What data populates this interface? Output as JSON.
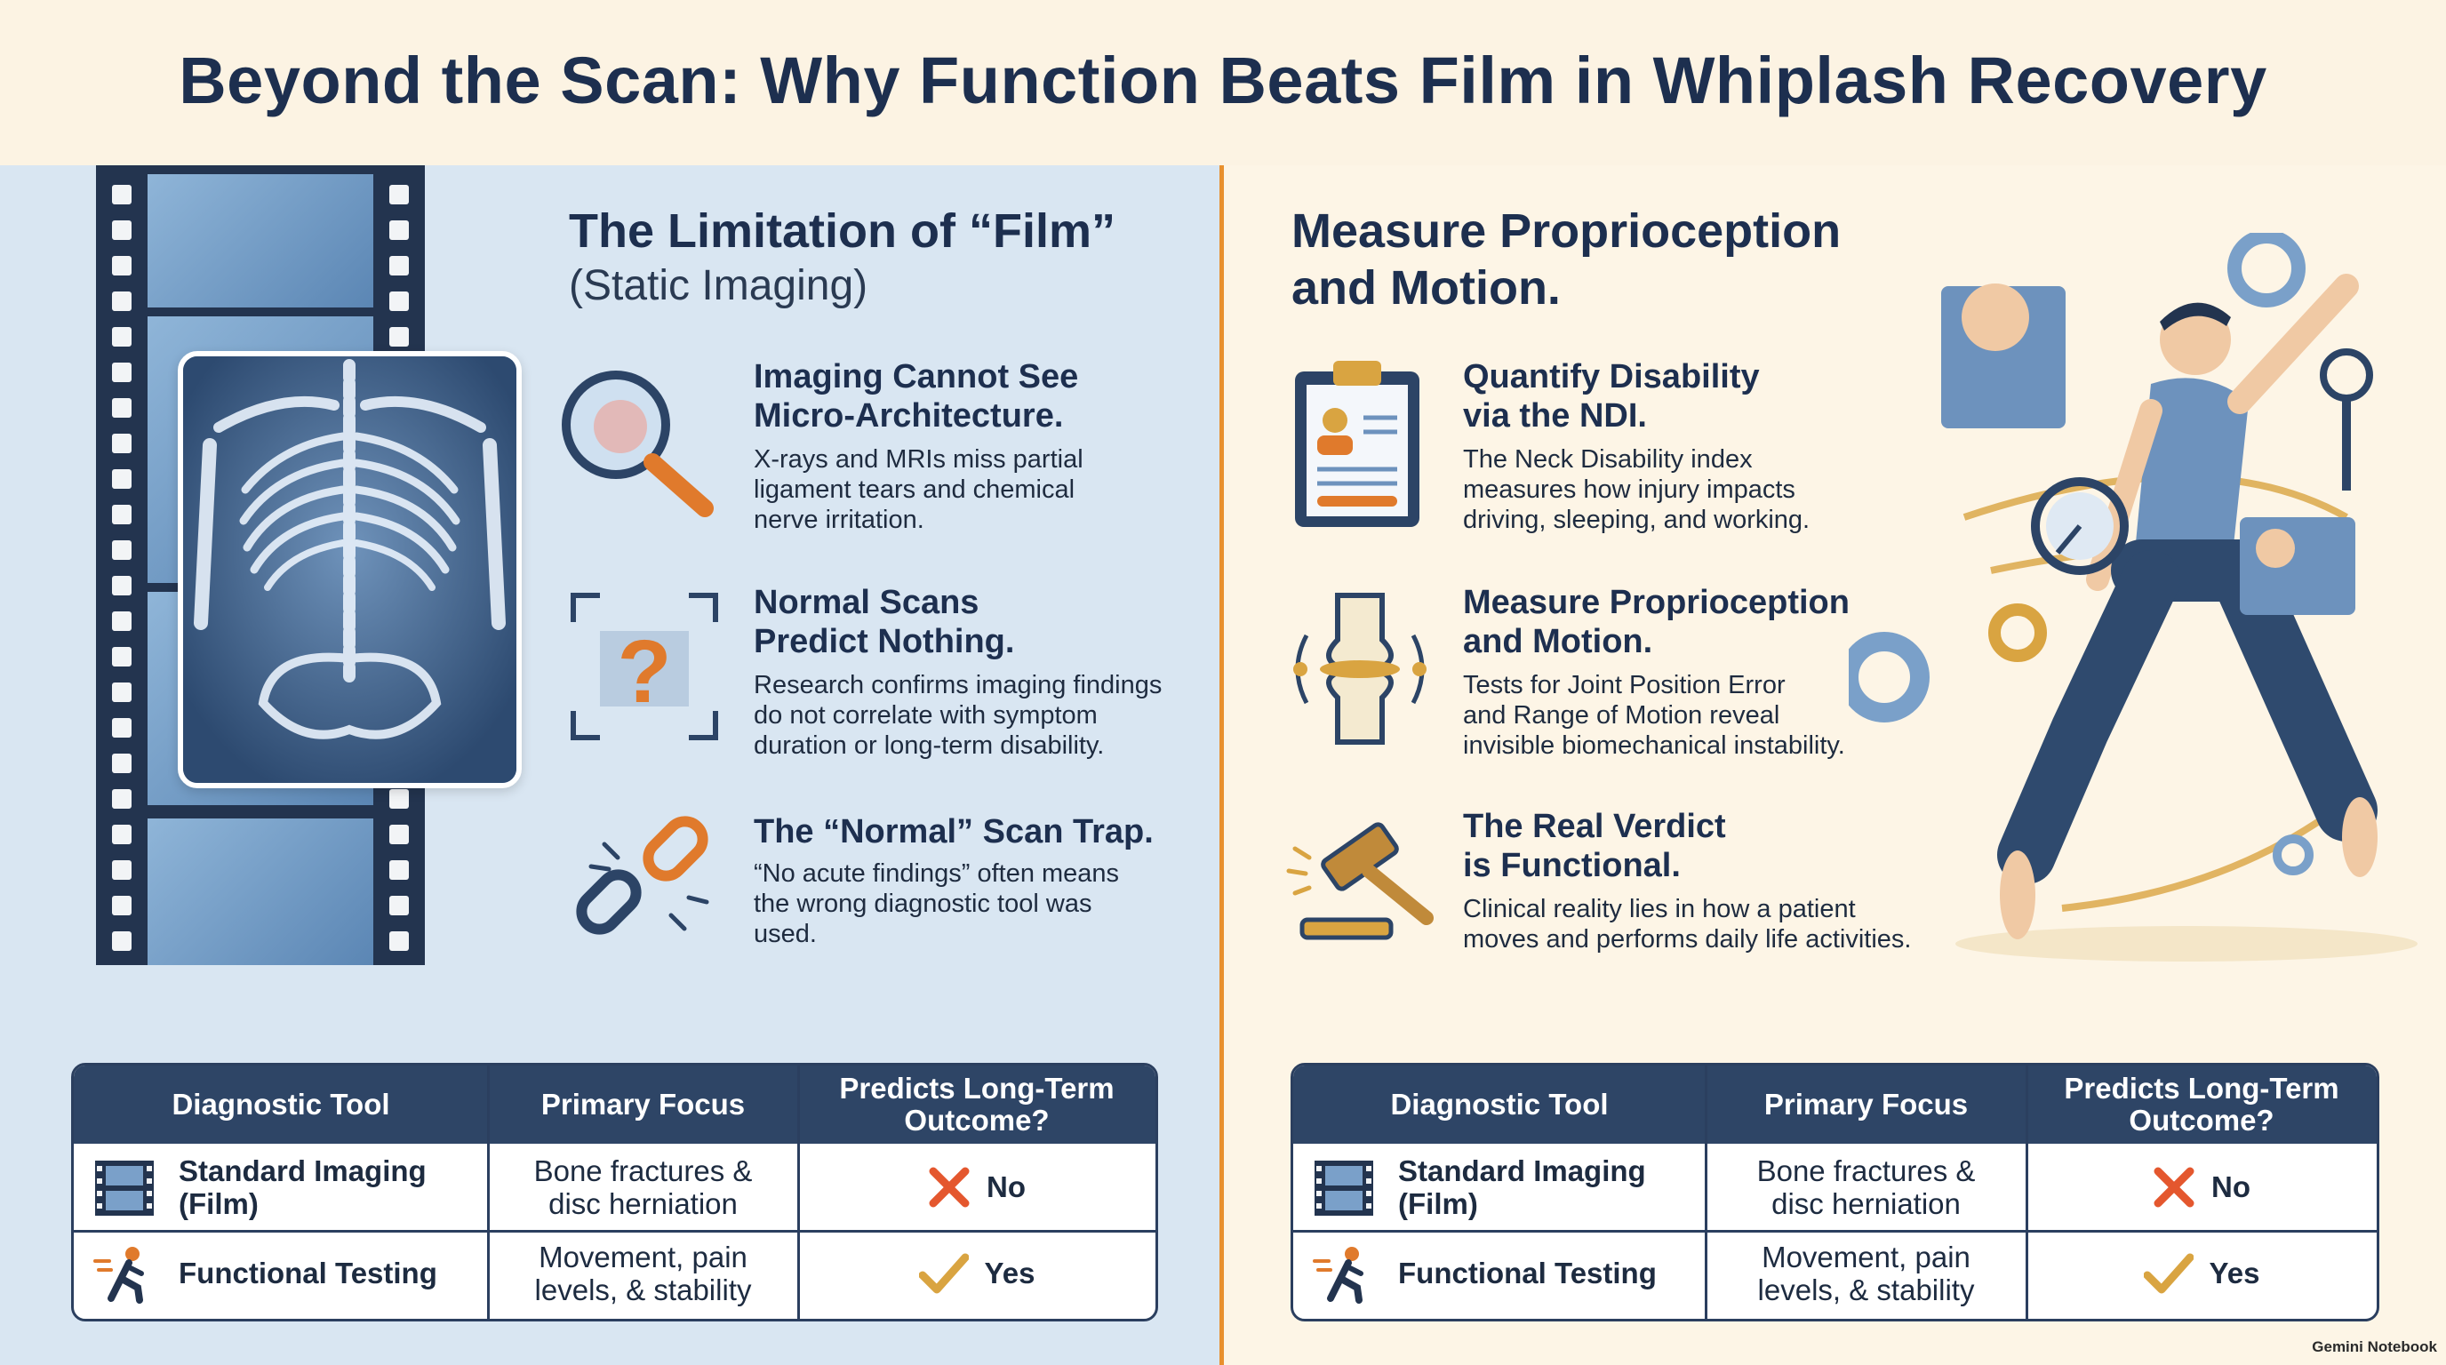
{
  "title": "Beyond the Scan: Why Function Beats Film in Whiplash Recovery",
  "left": {
    "heading": "The Limitation of “Film”",
    "subheading": "(Static Imaging)",
    "items": [
      {
        "icon": "magnifier-icon",
        "title_line1": "Imaging Cannot See",
        "title_line2": "Micro-Architecture.",
        "body": [
          "X-rays and MRIs miss partial",
          "ligament tears and chemical",
          "nerve irritation."
        ]
      },
      {
        "icon": "question-puzzle-icon",
        "title_line1": "Normal Scans",
        "title_line2": "Predict Nothing.",
        "body": [
          "Research confirms imaging findings",
          "do not correlate with symptom",
          "duration or long-term disability."
        ]
      },
      {
        "icon": "broken-chain-icon",
        "title_line1": "The “Normal” Scan Trap.",
        "title_line2": "",
        "body": [
          "“No acute findings” often means",
          "the wrong diagnostic tool was",
          "used."
        ]
      }
    ]
  },
  "right": {
    "heading_line1": "Measure Proprioception",
    "heading_line2": "and Motion.",
    "items": [
      {
        "icon": "clipboard-icon",
        "title_line1": "Quantify Disability",
        "title_line2": "via the NDI.",
        "body": [
          "The Neck Disability index",
          "measures how injury impacts",
          "driving, sleeping, and working."
        ]
      },
      {
        "icon": "joint-icon",
        "title_line1": "Measure Proprioception",
        "title_line2": "and Motion.",
        "body": [
          "Tests for Joint Position Error",
          "and Range of Motion reveal",
          "invisible biomechanical instability."
        ]
      },
      {
        "icon": "gavel-icon",
        "title_line1": "The Real Verdict",
        "title_line2": "is Functional.",
        "body": [
          "Clinical reality lies in how a patient",
          "moves and performs daily life activities."
        ]
      }
    ]
  },
  "table": {
    "headers": [
      "Diagnostic Tool",
      "Primary Focus",
      "Predicts Long-Term Outcome?"
    ],
    "rows": [
      {
        "tool": "Standard Imaging (Film)",
        "tool_line1": "Standard Imaging",
        "tool_line2": "(Film)",
        "focus_line1": "Bone fractures &",
        "focus_line2": "disc herniation",
        "answer": "No",
        "icon": "x-icon"
      },
      {
        "tool": "Functional Testing",
        "tool_line1": "Functional Testing",
        "tool_line2": "",
        "focus_line1": "Movement, pain",
        "focus_line2": "levels, & stability",
        "answer": "Yes",
        "icon": "check-icon"
      }
    ]
  },
  "credit": "Gemini Notebook",
  "colors": {
    "navy": "#1d2f4f",
    "orange": "#e8902e",
    "gold": "#d9a441",
    "left_bg": "#d9e6f2",
    "right_bg": "#fdf5e6",
    "red_x": "#e4572e"
  }
}
